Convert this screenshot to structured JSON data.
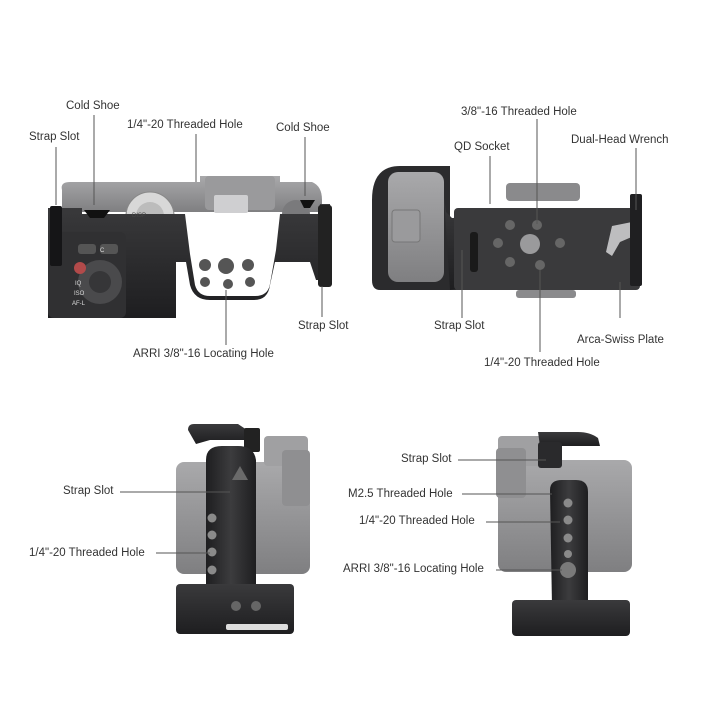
{
  "panels": {
    "top_view": {
      "labels": {
        "cold_shoe_left": "Cold Shoe",
        "strap_slot_left": "Strap Slot",
        "threaded_hole": "1/4\"-20 Threaded Hole",
        "cold_shoe_right": "Cold Shoe",
        "strap_slot_right": "Strap Slot",
        "locating_hole": "ARRI 3/8\"-16 Locating Hole"
      },
      "camera_dial_text": [
        "DISP",
        "C",
        "IQ",
        "ISO",
        "AF-L"
      ]
    },
    "bottom_view": {
      "labels": {
        "threaded_hole_38": "3/8\"-16 Threaded Hole",
        "qd_socket": "QD Socket",
        "wrench": "Dual-Head Wrench",
        "strap_slot": "Strap Slot",
        "arca_plate": "Arca-Swiss Plate",
        "threaded_hole_14": "1/4\"-20 Threaded Hole"
      }
    },
    "left_side_view": {
      "labels": {
        "strap_slot": "Strap Slot",
        "threaded_hole": "1/4\"-20 Threaded Hole"
      }
    },
    "right_side_view": {
      "labels": {
        "strap_slot": "Strap Slot",
        "m25_hole": "M2.5 Threaded Hole",
        "threaded_hole": "1/4\"-20 Threaded Hole",
        "locating_hole": "ARRI 3/8\"-16 Locating Hole"
      }
    }
  },
  "colors": {
    "cage": "#2b2b2d",
    "cage_dark": "#1c1c1e",
    "camera": "#8d8d8f",
    "camera_light": "#a7a7a9",
    "leader": "#555555",
    "text": "#333333"
  }
}
